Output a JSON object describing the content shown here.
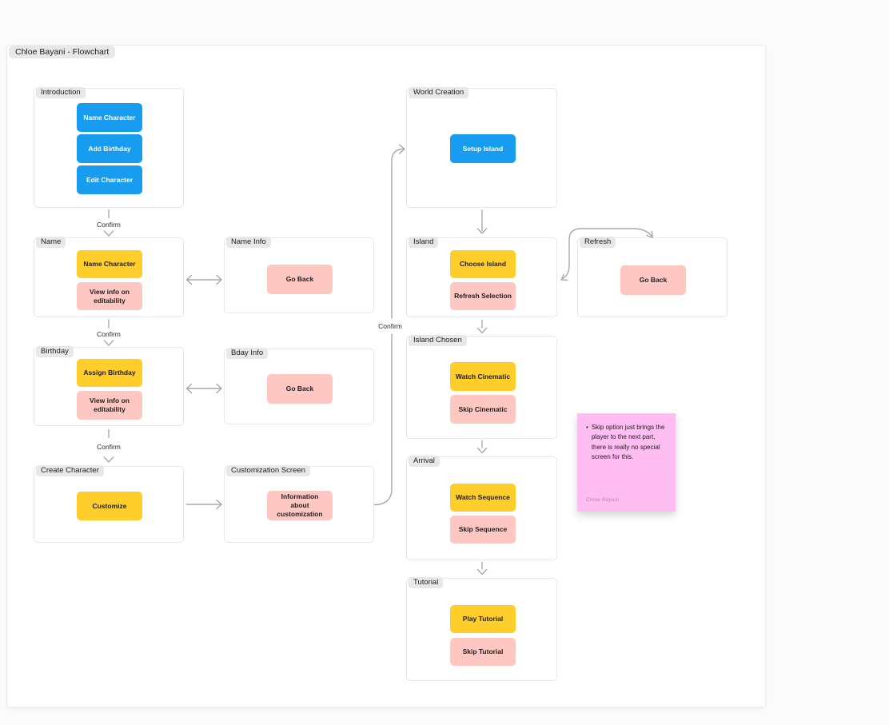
{
  "title": "Chloe Bayani - Flowchart",
  "labels": {
    "confirm": "Confirm"
  },
  "colors": {
    "button_blue": "#189CF0",
    "button_yellow": "#FFCE2B",
    "button_pink": "#FFC7C2",
    "sticky_pink": "#FFBDF2",
    "connector": "#A8A8A8",
    "tag_bg": "#E8E8E8",
    "canvas_bg": "#FBFBFB",
    "surface": "#FFFFFF",
    "border": "#E7E7E7"
  },
  "sections": {
    "introduction": {
      "label": "Introduction",
      "buttons": [
        "Name Character",
        "Add Birthday",
        "Edit Character"
      ]
    },
    "name": {
      "label": "Name",
      "buttons": [
        "Name Character",
        "View info on editability"
      ]
    },
    "name_info": {
      "label": "Name Info",
      "buttons": [
        "Go Back"
      ]
    },
    "birthday": {
      "label": "Birthday",
      "buttons": [
        "Assign Birthday",
        "View info on editability"
      ]
    },
    "bday_info": {
      "label": "Bday Info",
      "buttons": [
        "Go Back"
      ]
    },
    "create_character": {
      "label": "Create Character",
      "buttons": [
        "Customize"
      ]
    },
    "customization_screen": {
      "label": "Customization Screen",
      "buttons": [
        "Information about customization"
      ]
    },
    "world_creation": {
      "label": "World Creation",
      "buttons": [
        "Setup Island"
      ]
    },
    "island": {
      "label": "Island",
      "buttons": [
        "Choose Island",
        "Refresh Selection"
      ]
    },
    "refresh": {
      "label": "Refresh",
      "buttons": [
        "Go Back"
      ]
    },
    "island_chosen": {
      "label": "Island Chosen",
      "buttons": [
        "Watch Cinematic",
        "Skip Cinematic"
      ]
    },
    "arrival": {
      "label": "Arrival",
      "buttons": [
        "Watch Sequence",
        "Skip Sequence"
      ]
    },
    "tutorial": {
      "label": "Tutorial",
      "buttons": [
        "Play Tutorial",
        "Skip Tutorial"
      ]
    }
  },
  "sticky_note": {
    "bullet": "•",
    "bullet_text": "Skip option just brings the player to the next part, there is really no special screen for this.",
    "author": "Chloe Bayani"
  }
}
